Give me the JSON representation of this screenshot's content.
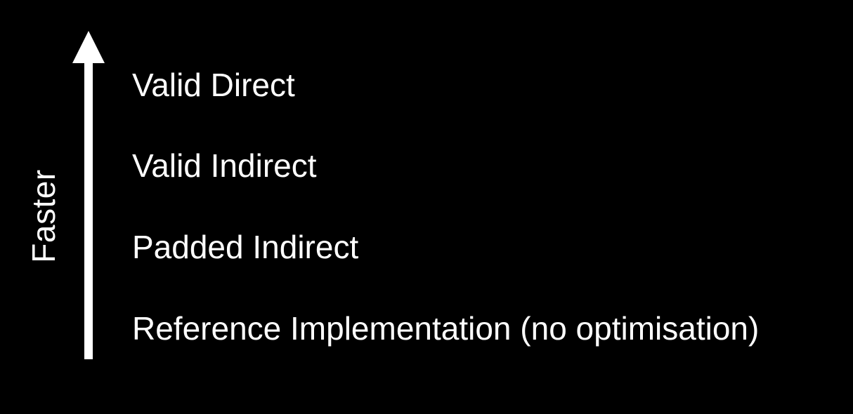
{
  "axis": {
    "label": "Faster",
    "direction": "up"
  },
  "levels": [
    {
      "label": "Valid Direct"
    },
    {
      "label": "Valid Indirect"
    },
    {
      "label": "Padded Indirect"
    },
    {
      "label": "Reference Implementation (no optimisation)"
    }
  ],
  "colors": {
    "background": "#000000",
    "foreground": "#ffffff"
  }
}
